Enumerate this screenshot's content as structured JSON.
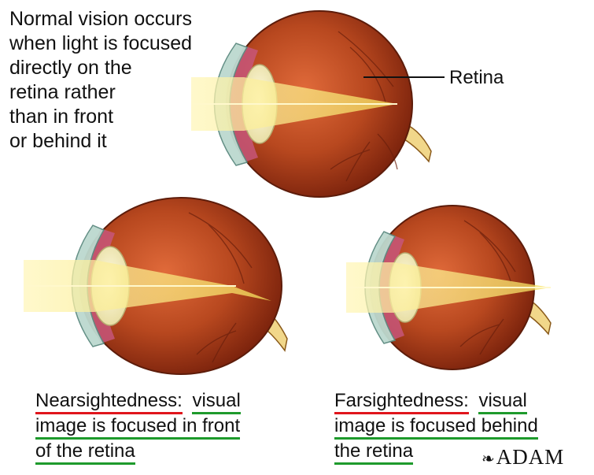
{
  "intro": {
    "lines": [
      "Normal vision occurs",
      "when light is focused",
      "directly on the",
      "retina rather",
      "than in front",
      "or behind it"
    ]
  },
  "labels": {
    "retina": "Retina"
  },
  "captions": {
    "nearsighted": {
      "term": "Nearsightedness:",
      "line1_rest": "visual",
      "line2": "image is focused in front",
      "line3": "of the retina"
    },
    "farsighted": {
      "term": "Farsightedness:",
      "line1_rest": "visual",
      "line2": "image is focused behind",
      "line3": "the retina"
    }
  },
  "logo": {
    "text": "ADAM",
    "mark_icon": "leaf-icon"
  },
  "colors": {
    "eyeball": "#a5401f",
    "eyeball_dark": "#6e200d",
    "cornea": "#bcd9cf",
    "lens": "#f4f0c4",
    "light_beam": "#f8e774",
    "underline_red": "#e0151c",
    "underline_green": "#1e9a2c"
  }
}
